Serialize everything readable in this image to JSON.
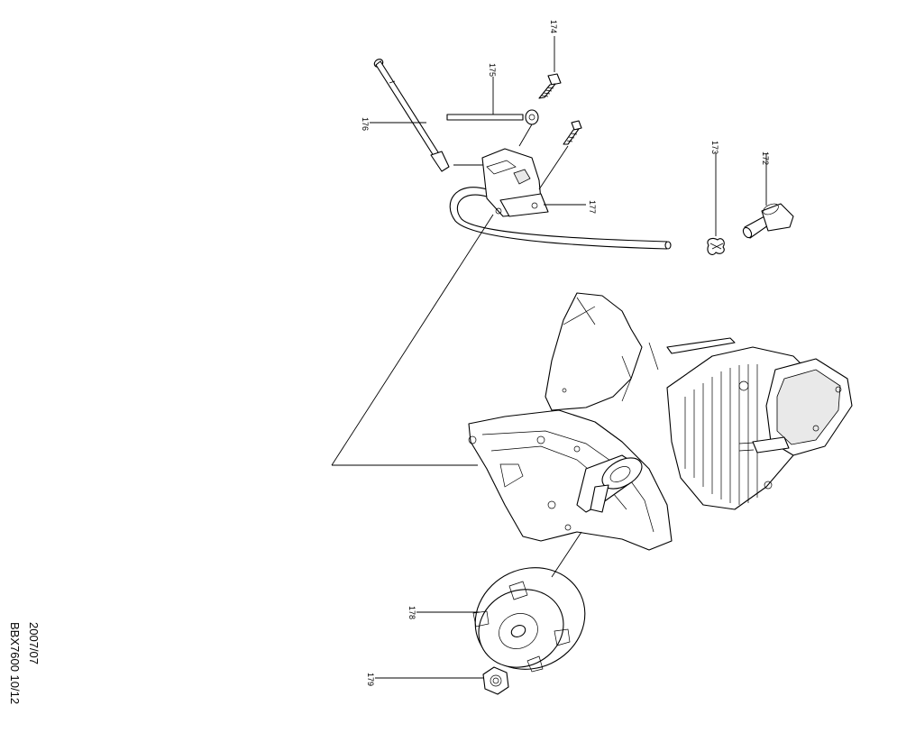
{
  "footer": {
    "date": "2007/07",
    "model_page": "BBX7600 10/12"
  },
  "callouts": {
    "p172": "172",
    "p173": "173",
    "p174": "174",
    "p175": "175",
    "p176": "176",
    "p177": "177",
    "p178": "178",
    "p179": "179"
  }
}
